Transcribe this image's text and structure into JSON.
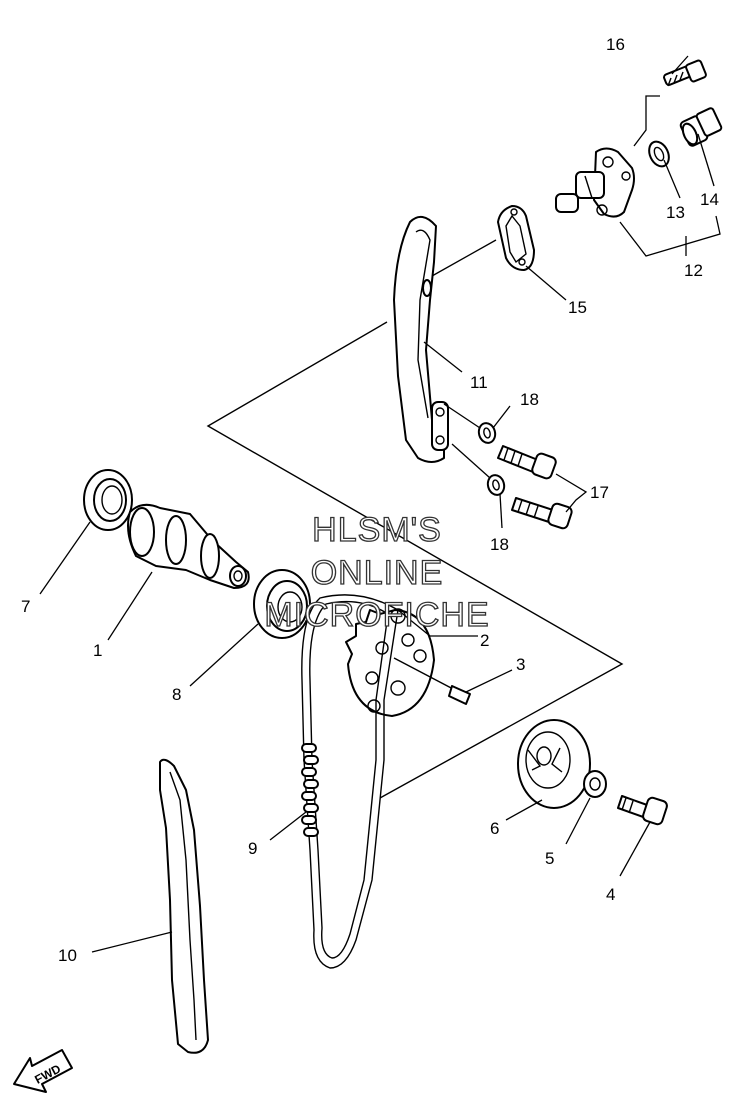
{
  "watermark": {
    "line1": "HLSM'S",
    "line2": "ONLINE",
    "line3": "MICROFICHE"
  },
  "direction_label": "FWD",
  "callouts": [
    "1",
    "2",
    "3",
    "4",
    "5",
    "6",
    "7",
    "8",
    "9",
    "10",
    "11",
    "12",
    "13",
    "14",
    "15",
    "16",
    "17",
    "18",
    "18"
  ]
}
